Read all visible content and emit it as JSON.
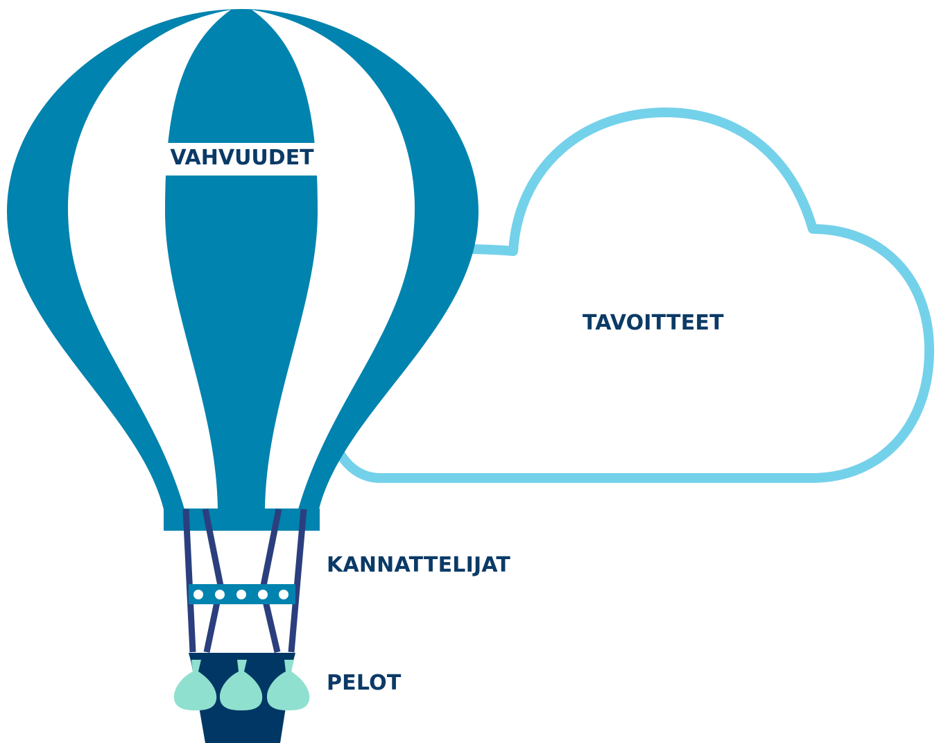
{
  "labels": {
    "strengths": "VAHVUUDET",
    "goals": "TAVOITTEET",
    "supporters": "KANNATTELIJAT",
    "fears": "PELOT"
  },
  "colors": {
    "balloon_blue": "#0083AE",
    "cloud_outline": "#74D1EA",
    "rope_navy": "#2B3F7E",
    "basket_navy": "#003764",
    "bag_mint": "#8FE0CF",
    "text_navy": "#0B3A66",
    "background": "#FFFFFF"
  },
  "icons": [
    "hot-air-balloon-icon",
    "cloud-icon",
    "sandbag-icon"
  ]
}
